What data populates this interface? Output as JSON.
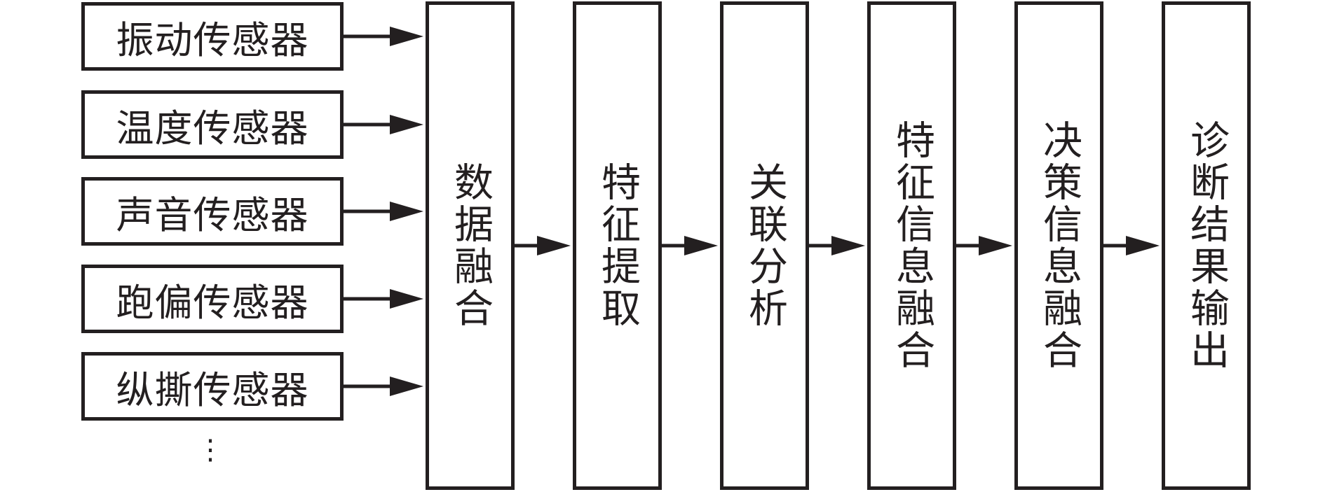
{
  "sensors": [
    {
      "label": "振动传感器"
    },
    {
      "label": "温度传感器"
    },
    {
      "label": "声音传感器"
    },
    {
      "label": "跑偏传感器"
    },
    {
      "label": "纵撕传感器"
    }
  ],
  "ellipsis": "⋮",
  "stages": [
    {
      "label": "数据融合"
    },
    {
      "label": "特征提取"
    },
    {
      "label": "关联分析"
    },
    {
      "label": "特征信息融合"
    },
    {
      "label": "决策信息融合"
    },
    {
      "label": "诊断结果输出"
    }
  ],
  "colors": {
    "line": "#231f20",
    "background": "#ffffff"
  }
}
